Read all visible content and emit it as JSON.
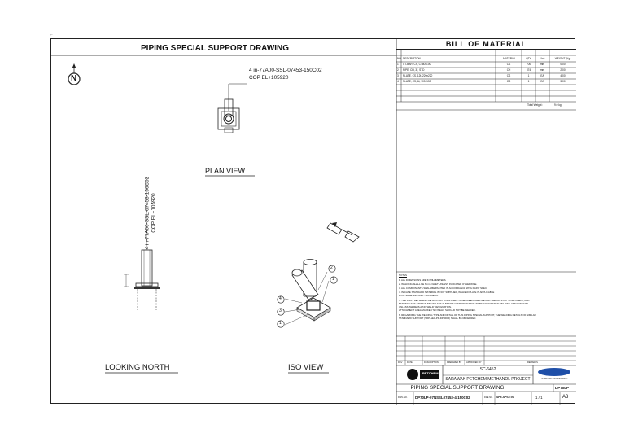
{
  "drawing": {
    "title": "PIPING SPECIAL SUPPORT DRAWING",
    "north_symbol": "N",
    "plan_label_line": "4 in-77A00-SSL-07453-150C02",
    "plan_label_cop": "COP EL+105920",
    "plan_view_label": "PLAN VIEW",
    "north_label_line": "4 in-77A00-SSL-07453-150C02",
    "north_label_cop": "COP EL+105920",
    "looking_north_label": "LOOKING NORTH",
    "iso_view_label": "ISO VIEW",
    "balloons": [
      "1",
      "2",
      "3",
      "4"
    ]
  },
  "bom": {
    "title": "BILL  OF  MATERIAL",
    "headers": [
      "NO.",
      "DESCRIPTION",
      "MATERIAL",
      "QTY",
      "Unit",
      "WEIGHT (Kg)"
    ],
    "rows": [
      [
        "1",
        "CT-BAR, CS, CT80x100",
        "CS",
        "700",
        "mm",
        "0.00"
      ],
      [
        "2",
        "PIPE, CH, 3\", STD",
        "CH",
        "374",
        "mm",
        "2.00"
      ],
      [
        "3",
        "PLATE, CS, 12t, 220x220",
        "CS",
        "1",
        "EA",
        "4.00"
      ],
      [
        "4",
        "PLATE, CS, 6t, 100x150",
        "CS",
        "1",
        "EA",
        "3.00"
      ]
    ],
    "total_label": "Total Weight :",
    "total_value": "9.0 kg"
  },
  "notes": {
    "heading": "NOTES",
    "lines": [
      "1. ALL DIMENSIONS ARE IN MILLIMETERS.",
      "2. WELDING SHALL BE 6mm FILLET UNLESS INDICATED OTHERWISE.",
      "3. ALL COMPONENTS SHALL BE PAINTED IN ACCORDANCE WITH PAINT SPEC.",
      "4. IN CASE STANDARD MATERIAL IS NOT SUPPLIED, WELDED PLATE IS APPLICABLE",
      "   WITH SAME SIZE AND THICKNESS.",
      "5. THE JOINT BETWEEN THE SUPPORT COMPONENTS, BETWEEN THE PIPE AND THE SUPPORT COMPONENT, AND",
      "   BETWEEN THE STRUCTURE AND THE SUPPORT COMPONENT ARE TO BE CONSIDERED WELDING ATTACHMENTS",
      "   UNLESS THERE IS A 'NO WELD' DESIGNATION.",
      "   ATTACHMENT AREA MARKED 'NO WELD' SHOULD NOT BE WELDED.",
      "6. REGARDING THE WELDING TYPE AND DETAIL OF THIS PIPING SPECIAL SUPPORT, THE WELDING DETAILS OF SIMILAR",
      "   STANDARD SUPPORT (SRP-SEC-PP-DP-0005) SHALL BE REFERRED."
    ]
  },
  "titleblock": {
    "rev_headers": [
      "REV",
      "DATE",
      "DESCRIPTION",
      "PREPARED BY",
      "APPROVED BY",
      "REMARKS"
    ],
    "doc_no": "SC-6452",
    "project": "SARAWAK PETCHEM METHANOL PROJECT",
    "client_logo": "PETCHEM",
    "contractor_logo": "SAMSUNG ENGINEERING",
    "drawing_title": "PIPING SPECIAL SUPPORT DRAWING",
    "drawing_code": "DP70LP",
    "dwg_no_label": "DWG NO.",
    "dwg_no": "DP70LP-07NSSL07453-4-150C02",
    "file_label": "FILE NO.",
    "file_no": "SPE-SPS-T00",
    "sheet_no": "1 / 1",
    "size": "A3"
  },
  "colors": {
    "line": "#222222",
    "pipe_fill": "#ffffff",
    "accent_blue": "#1f4fa8"
  }
}
